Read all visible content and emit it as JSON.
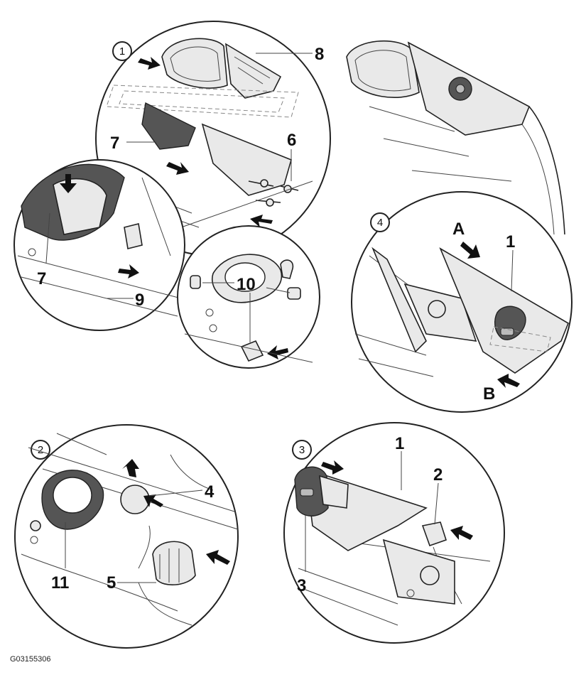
{
  "figure_id": "G03155306",
  "steps": [
    "1",
    "2",
    "3",
    "4"
  ],
  "callouts": {
    "c1a": "1",
    "c1b": "1",
    "c2": "2",
    "c3a": "3",
    "c4": "4",
    "c5": "5",
    "c6": "6",
    "c7a": "7",
    "c7b": "7",
    "c8": "8",
    "c9": "9",
    "c10": "10",
    "c11": "11",
    "cA": "A",
    "cB": "B"
  },
  "colors": {
    "line": "#222222",
    "part_fill": "#e9e9e9",
    "dark_part": "#555555",
    "background": "#ffffff"
  }
}
